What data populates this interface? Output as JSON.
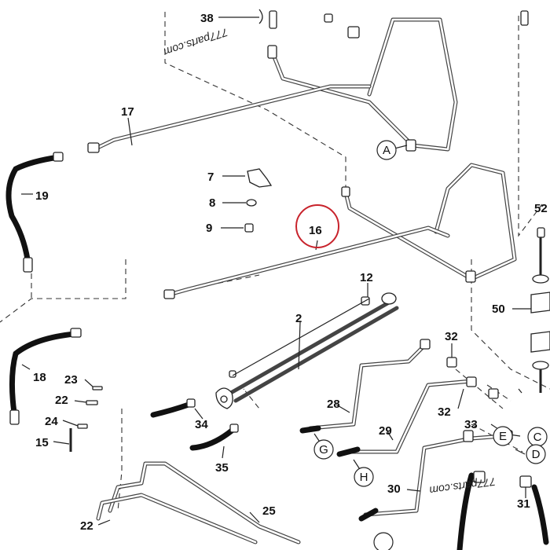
{
  "diagram": {
    "part_labels": {
      "p38": "38",
      "p17": "17",
      "p19": "19",
      "p7": "7",
      "p8": "8",
      "p9": "9",
      "p16": "16",
      "p52": "52",
      "p12": "12",
      "p50": "50",
      "p2": "2",
      "p32a": "32",
      "p18": "18",
      "p23": "23",
      "p22a": "22",
      "p24": "24",
      "p15": "15",
      "p28": "28",
      "p32b": "32",
      "p33": "33",
      "p34": "34",
      "p29": "29",
      "p35": "35",
      "p30": "30",
      "p31": "31",
      "p25": "25",
      "p22b": "22"
    },
    "callouts": {
      "A": "A",
      "C": "C",
      "D": "D",
      "E": "E",
      "G": "G",
      "H": "H"
    },
    "highlighted_part": "16",
    "highlight_color": "#c8232c",
    "watermark": "777parts.com"
  }
}
